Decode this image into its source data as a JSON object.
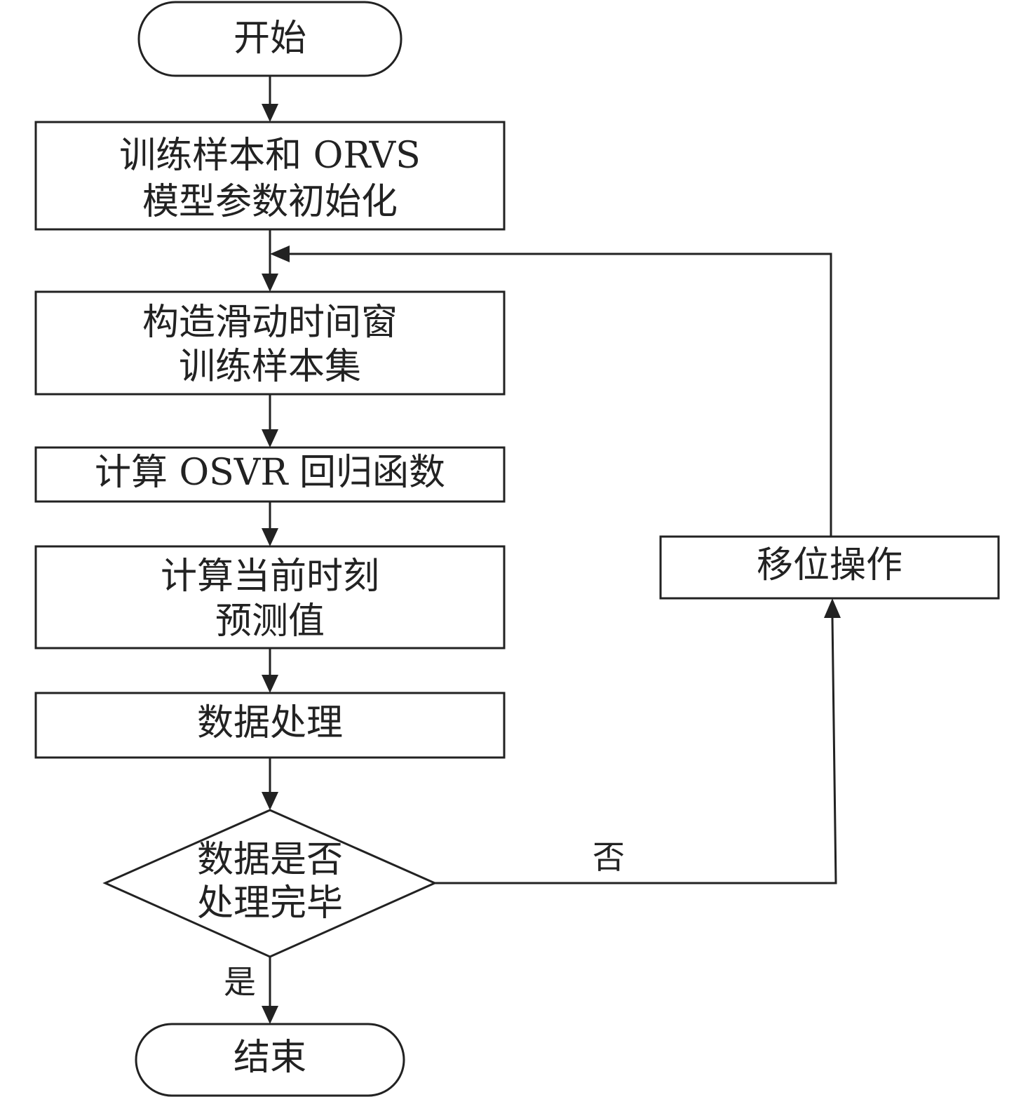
{
  "diagram": {
    "nodes": {
      "start": {
        "lines": [
          "开始"
        ]
      },
      "init": {
        "lines": [
          "训练样本和 ORVS",
          "模型参数初始化"
        ]
      },
      "window": {
        "lines": [
          "构造滑动时间窗",
          "训练样本集"
        ]
      },
      "regression": {
        "lines": [
          "计算 OSVR 回归函数"
        ]
      },
      "predict": {
        "lines": [
          "计算当前时刻",
          "预测值"
        ]
      },
      "process": {
        "lines": [
          "数据处理"
        ]
      },
      "decision": {
        "lines": [
          "数据是否",
          "处理完毕"
        ]
      },
      "shift": {
        "lines": [
          "移位操作"
        ]
      },
      "end": {
        "lines": [
          "结束"
        ]
      }
    },
    "edges": {
      "no_label": "否",
      "yes_label": "是"
    }
  }
}
